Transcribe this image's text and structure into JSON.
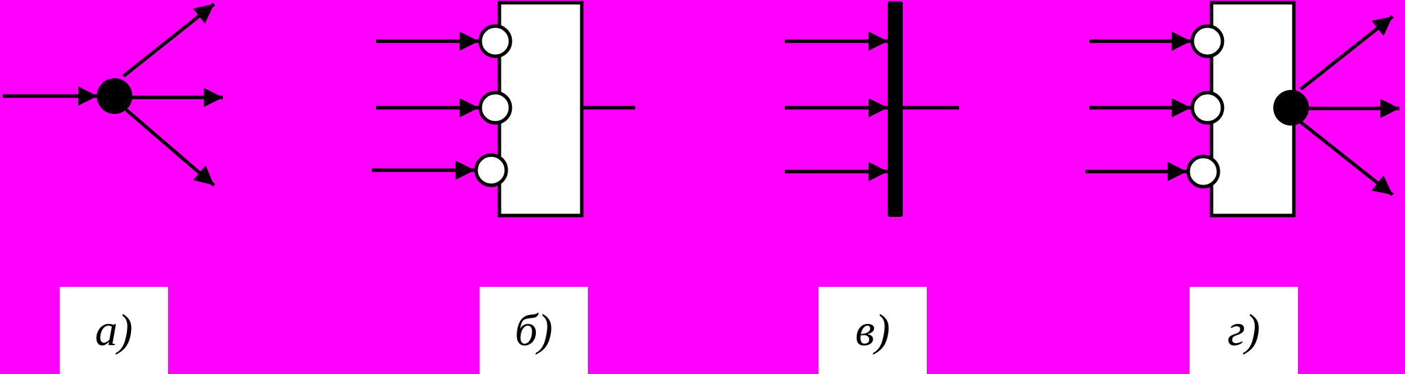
{
  "colors": {
    "background": "#ff00ff",
    "stroke": "#000000",
    "box_fill": "#ffffff",
    "caption_fill": "#ffffff"
  },
  "panels": [
    {
      "id": "a",
      "caption": "а)",
      "element": "branch-node"
    },
    {
      "id": "b",
      "caption": "б)",
      "element": "transition-box-inhibitor-inputs"
    },
    {
      "id": "v",
      "caption": "в)",
      "element": "transition-bar"
    },
    {
      "id": "g",
      "caption": "г)",
      "element": "transition-box-with-branch-output"
    }
  ]
}
